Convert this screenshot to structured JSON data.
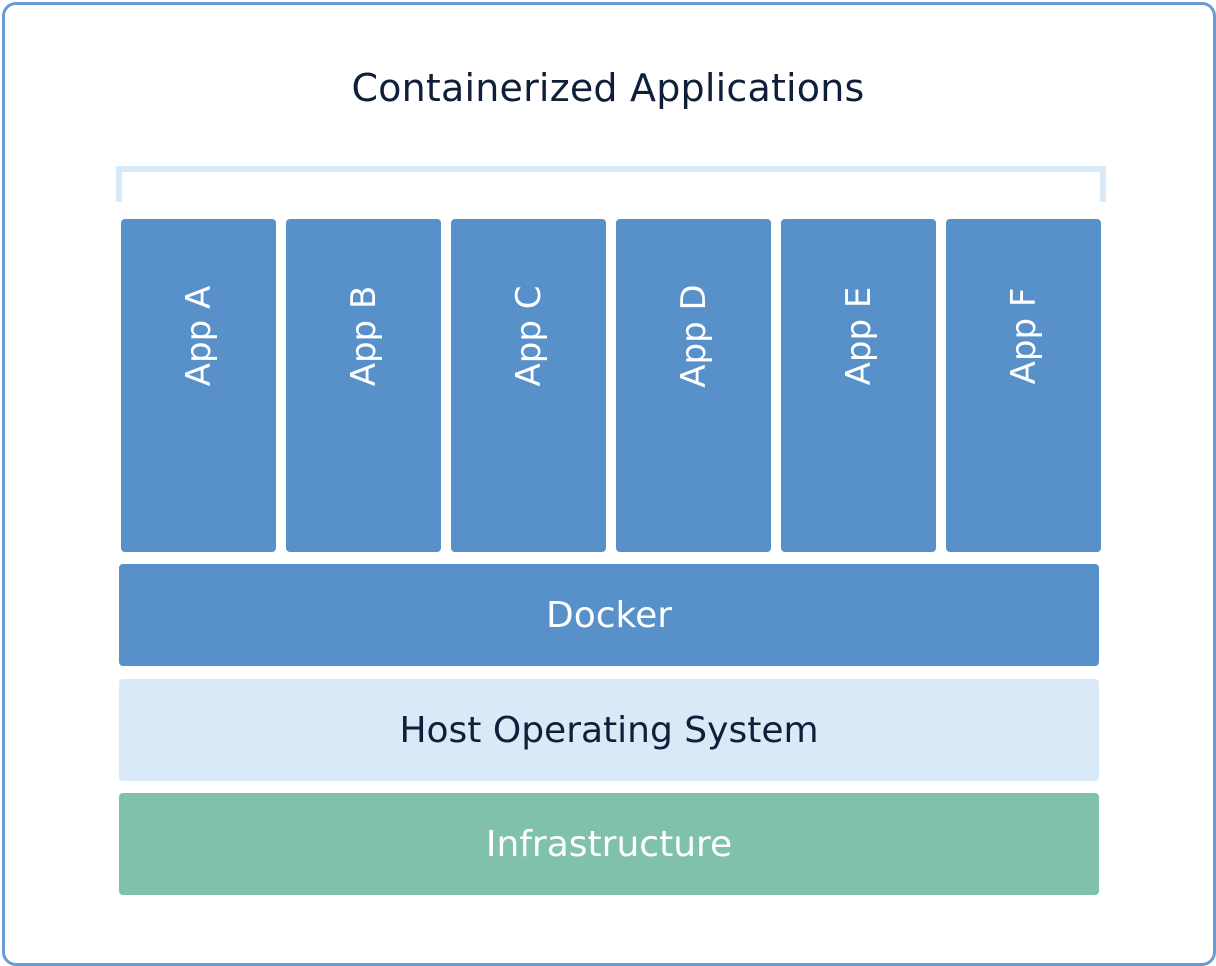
{
  "title": "Containerized Applications",
  "apps": [
    {
      "label": "App A"
    },
    {
      "label": "App B"
    },
    {
      "label": "App C"
    },
    {
      "label": "App D"
    },
    {
      "label": "App E"
    },
    {
      "label": "App F"
    }
  ],
  "layers": {
    "docker": "Docker",
    "host": "Host Operating System",
    "infrastructure": "Infrastructure"
  },
  "colors": {
    "app_fill": "#5891c9",
    "docker_fill": "#5891c9",
    "host_fill": "#d9e9f7",
    "infrastructure_fill": "#7fc1ad",
    "frame_border": "#6a9bd1",
    "title_text": "#0f1f3a"
  }
}
